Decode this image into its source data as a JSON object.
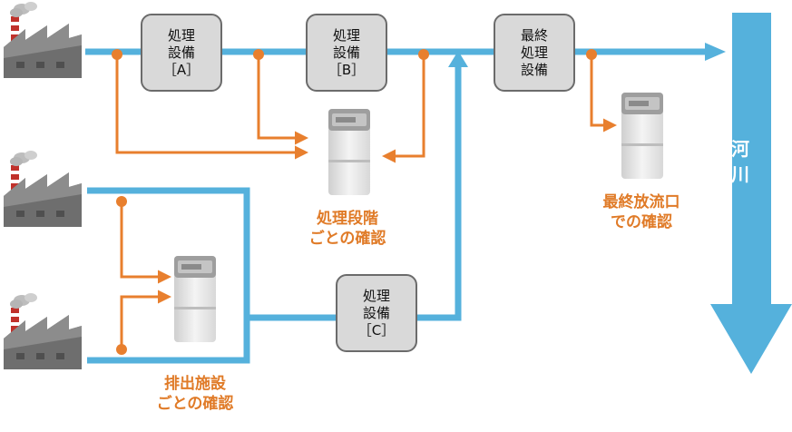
{
  "boxes": {
    "a": {
      "lines": [
        "処理",
        "設備",
        "［A］"
      ]
    },
    "b": {
      "lines": [
        "処理",
        "設備",
        "［B］"
      ]
    },
    "c": {
      "lines": [
        "処理",
        "設備",
        "［C］"
      ]
    },
    "final": {
      "lines": [
        "最終",
        "処理",
        "設備"
      ]
    }
  },
  "labels": {
    "stage_check": [
      "処理段階",
      "ごとの確認"
    ],
    "facility_check": [
      "排出施設",
      "ごとの確認"
    ],
    "final_check": [
      "最終放流口",
      "での確認"
    ],
    "river": [
      "河",
      "川"
    ]
  },
  "colors": {
    "water": "#55b1dc",
    "check_line": "#e87f2e",
    "label": "#e07b28",
    "box_fill": "#d9d9d9"
  },
  "icons": [
    "factory-icon",
    "sampler-icon"
  ]
}
